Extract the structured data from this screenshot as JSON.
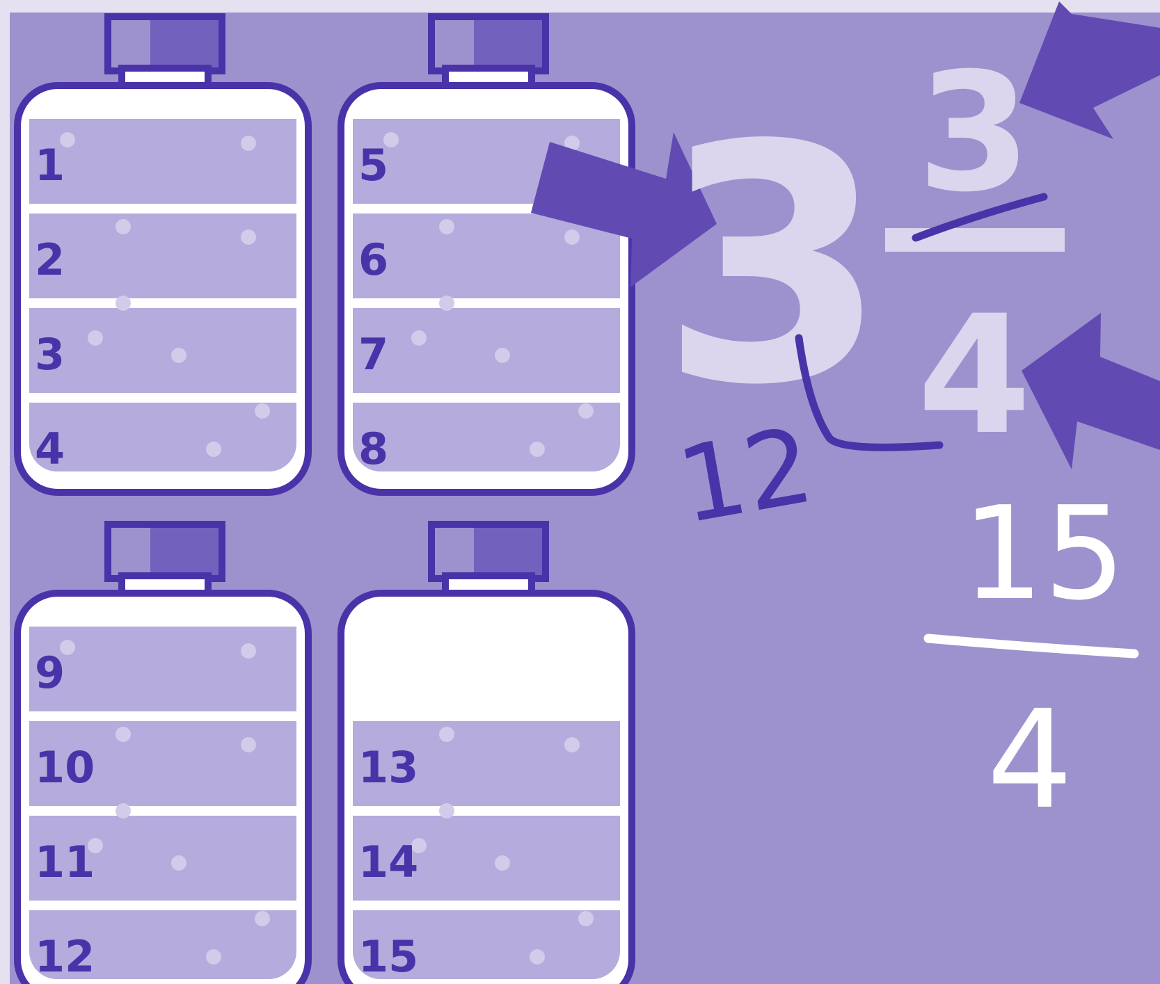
{
  "colors": {
    "background": "#9d92cd",
    "dark_purple": "#4a33a8",
    "arrow_purple": "#614bb3",
    "segment_fill": "#b5abdc",
    "bubble": "#d2cbea",
    "light_text": "#dbd6ee",
    "white": "#ffffff",
    "cap_left": "#9d92cd",
    "cap_right": "#7262bd"
  },
  "jars": [
    {
      "filled_segments": 4,
      "total_segments": 4,
      "labels": [
        "1",
        "2",
        "3",
        "4"
      ]
    },
    {
      "filled_segments": 4,
      "total_segments": 4,
      "labels": [
        "5",
        "6",
        "7",
        "8"
      ]
    },
    {
      "filled_segments": 4,
      "total_segments": 4,
      "labels": [
        "9",
        "10",
        "11",
        "12"
      ]
    },
    {
      "filled_segments": 3,
      "total_segments": 4,
      "labels": [
        "",
        "13",
        "14",
        "15"
      ]
    }
  ],
  "mixed_number": {
    "whole": "3",
    "numerator": "3",
    "denominator": "4"
  },
  "handwritten": {
    "product": "12",
    "improper_numerator": "15",
    "improper_denominator": "4"
  }
}
